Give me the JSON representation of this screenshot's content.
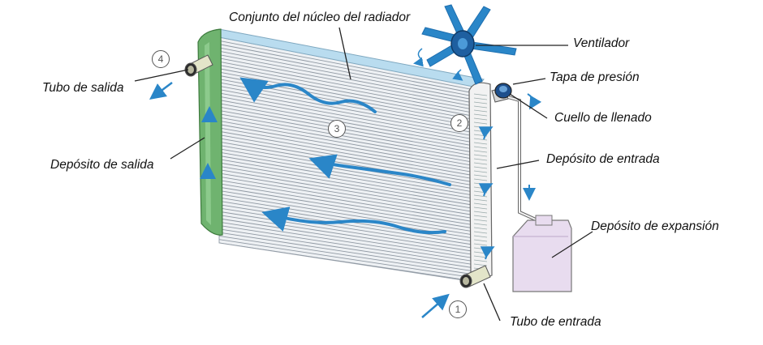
{
  "labels": {
    "core_assembly": "Conjunto del núcleo del radiador",
    "fan": "Ventilador",
    "pressure_cap": "Tapa de presión",
    "filler_neck": "Cuello de llenado",
    "inlet_tank": "Depósito de entrada",
    "expansion_tank": "Depósito de expansión",
    "inlet_pipe": "Tubo de entrada",
    "outlet_pipe": "Tubo de salida",
    "outlet_tank": "Depósito de salida"
  },
  "markers": {
    "inlet": "1",
    "inlet_tank": "2",
    "core": "3",
    "outlet": "4"
  },
  "colors": {
    "flow_arrow": "#2a86c8",
    "outlet_tank": "#6fb36f",
    "core_fins": "#e9ecf0",
    "expansion_tank": "#e8dcef",
    "fan": "#1e6fb0"
  }
}
